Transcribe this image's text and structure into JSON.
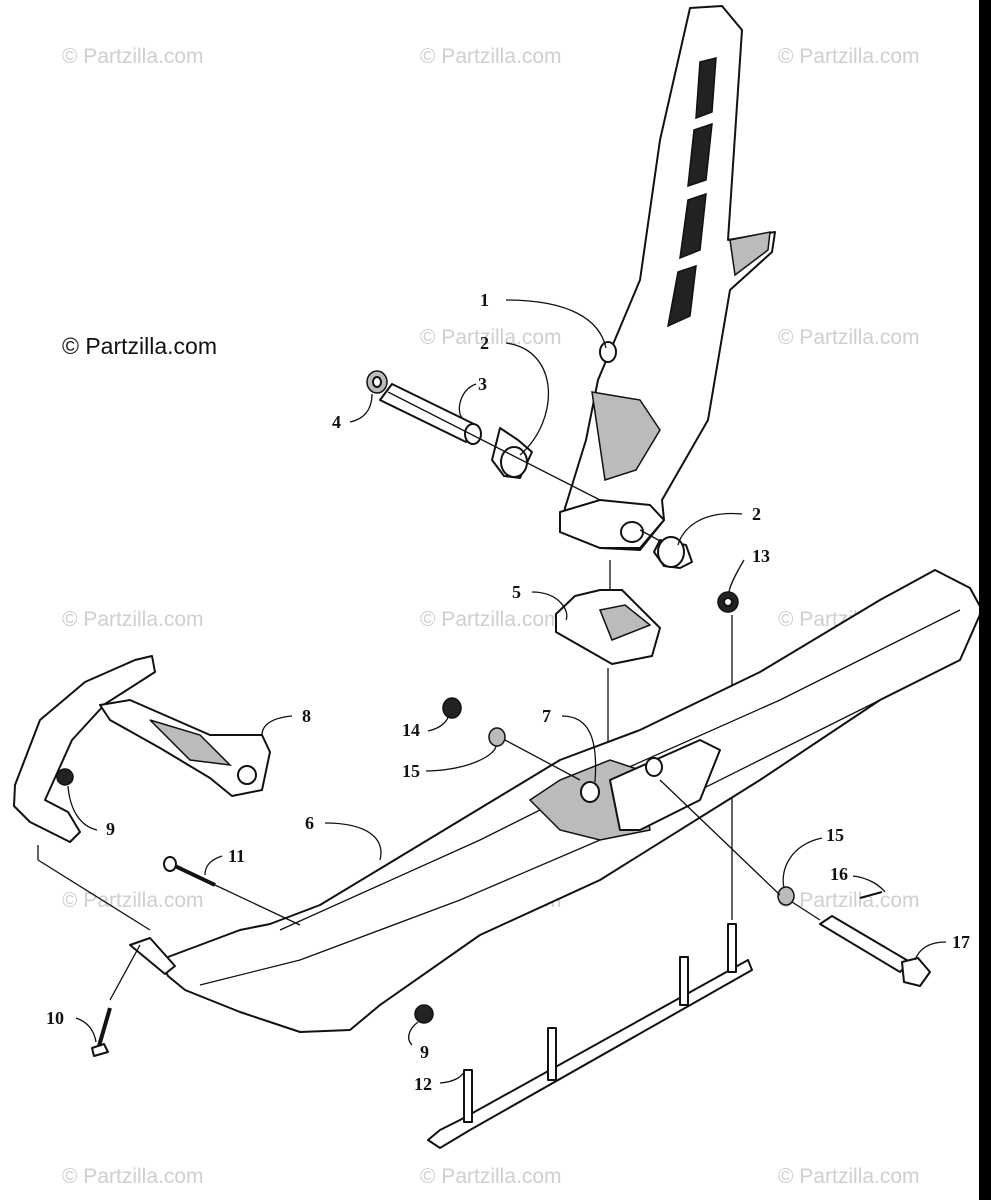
{
  "watermark": "© Partzilla.com",
  "copyright": "© Partzilla.com",
  "callouts": [
    "1",
    "2",
    "3",
    "4",
    "2",
    "13",
    "5",
    "8",
    "14",
    "7",
    "15",
    "9",
    "6",
    "11",
    "15",
    "16",
    "17",
    "10",
    "9",
    "12"
  ]
}
